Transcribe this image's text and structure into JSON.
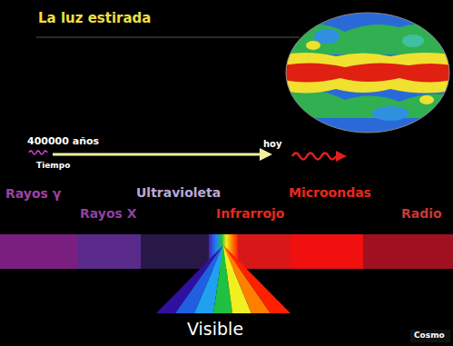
{
  "diagram": {
    "title": "La luz estirada",
    "labels": [
      "400000 años",
      "Tiempo",
      "hoy",
      "Rayos γ",
      "Rayos X",
      "Ultravioleta",
      "Infrarrojo",
      "Microondas",
      "Radio",
      "Visible",
      "Cosmo"
    ]
  }
}
